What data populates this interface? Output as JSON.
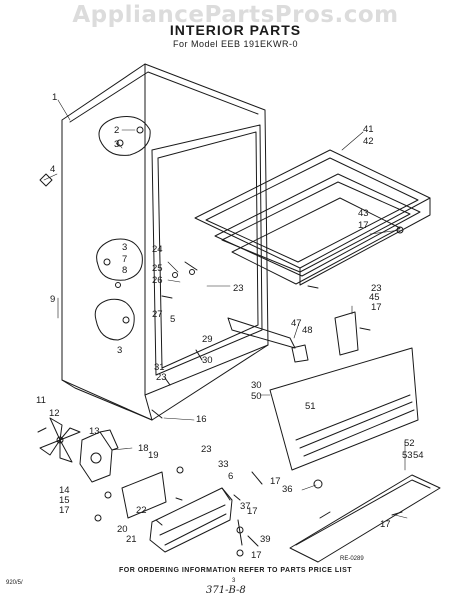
{
  "watermark": "AppliancePartsPros.com",
  "title": "INTERIOR PARTS",
  "model": "For Model EEB 191EKWR-0",
  "footer": "FOR ORDERING INFORMATION REFER TO PARTS PRICE LIST",
  "ref_code": "RE-0289",
  "doc_code": "920/5/",
  "page_number": "3",
  "handwritten_note": "371-B-8",
  "callouts": [
    "1",
    "2",
    "3",
    "4",
    "3",
    "7",
    "8",
    "9",
    "3",
    "24",
    "25",
    "26",
    "27",
    "5",
    "29",
    "31",
    "23",
    "30",
    "23",
    "41",
    "42",
    "43",
    "17",
    "47",
    "48",
    "23",
    "45",
    "17",
    "30",
    "50",
    "51",
    "52",
    "53",
    "54",
    "16",
    "11",
    "12",
    "13",
    "18",
    "19",
    "22",
    "14",
    "15",
    "17",
    "20",
    "21",
    "23",
    "33",
    "6",
    "17",
    "37",
    "17",
    "36",
    "39",
    "17",
    "17"
  ]
}
